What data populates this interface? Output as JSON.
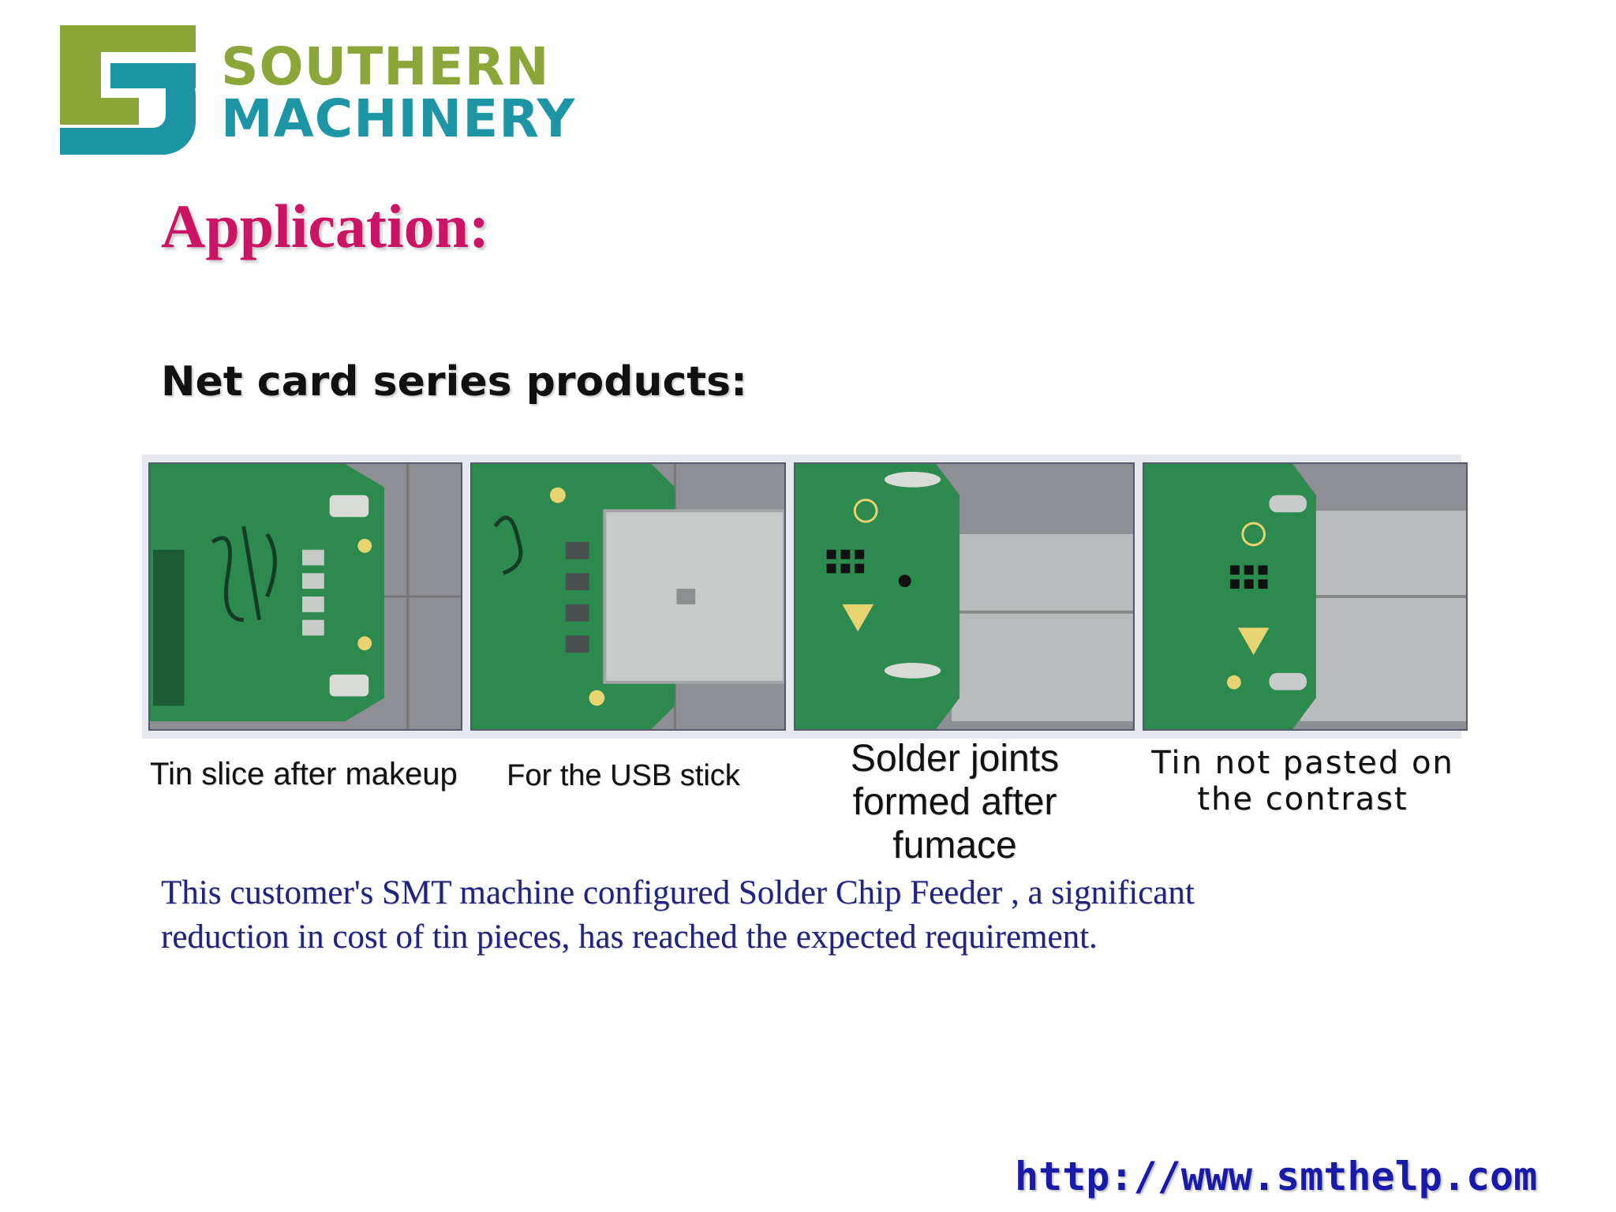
{
  "brand": {
    "line1": "SOUTHERN",
    "line2": "MACHINERY",
    "logo_icon": "sm-logo-icon",
    "colors": {
      "green": "#8ca63a",
      "teal": "#1e95a4"
    }
  },
  "title": "Application:",
  "section_title": "Net card series products:",
  "photos": [
    {
      "caption": "Tin slice after makeup"
    },
    {
      "caption": "For the USB stick"
    },
    {
      "caption": "Solder joints formed after fumace"
    },
    {
      "caption": "Tin not pasted on the contrast"
    }
  ],
  "description": "This customer's SMT machine configured  Solder Chip Feeder , a significant reduction in cost of tin pieces, has reached the expected requirement.",
  "website": "http://www.smthelp.com",
  "colors": {
    "title": "#cc1464",
    "description": "#22237a",
    "website": "#1a1aa8",
    "pcb": "#2d8a4e"
  }
}
